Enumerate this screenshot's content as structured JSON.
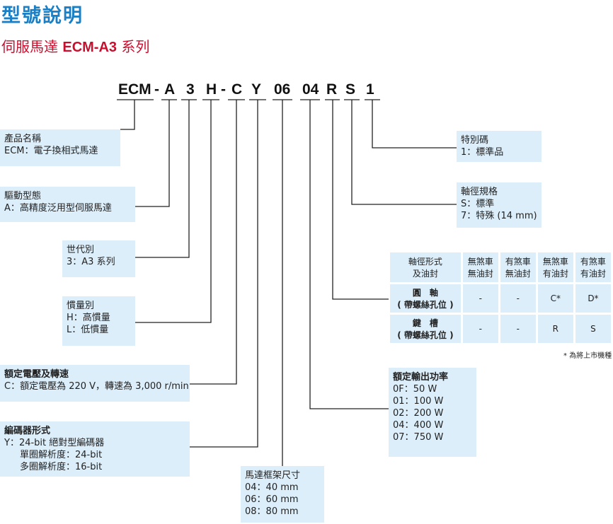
{
  "page": {
    "title": "型號說明",
    "subtitle_prefix": "伺服馬達",
    "subtitle_model": "ECM-A3",
    "subtitle_suffix": "系列"
  },
  "model_code": [
    "ECM",
    "-",
    "A",
    "3",
    "H",
    "-",
    "C",
    "Y",
    "06",
    "04",
    "R",
    "S",
    "1"
  ],
  "left_boxes": {
    "product_name": {
      "title": "產品名稱",
      "lines": [
        "ECM：電子換相式馬達"
      ]
    },
    "drive_type": {
      "title": "驅動型態",
      "lines": [
        "A：高精度泛用型伺服馬達"
      ]
    },
    "generation": {
      "title": "世代別",
      "lines": [
        "3：A3 系列"
      ]
    },
    "inertia": {
      "title": "慣量別",
      "lines": [
        "H：高慣量",
        "L：低慣量"
      ]
    },
    "rated_voltage": {
      "title": "額定電壓及轉速",
      "lines": [
        "C：額定電壓為 220 V，轉速為 3,000 r/min"
      ]
    },
    "encoder": {
      "title": "編碼器形式",
      "lines": [
        "Y：24-bit 絕對型編碼器",
        "單圈解析度：24-bit",
        "多圈解析度：16-bit"
      ]
    }
  },
  "right_boxes": {
    "special_code": {
      "title": "特別碼",
      "lines": [
        "1：標準品"
      ]
    },
    "shaft_spec": {
      "title": "軸徑規格",
      "lines": [
        "S：標準",
        "7：特殊 (14 mm)"
      ]
    },
    "rated_power": {
      "title": "額定輸出功率",
      "lines": [
        "0F：50 W",
        "01：100 W",
        "02：200 W",
        "04：400 W",
        "07：750 W"
      ]
    }
  },
  "bottom_box": {
    "frame_size": {
      "title": "馬達框架尺寸",
      "lines": [
        "04：40 mm",
        "06：60 mm",
        "08：80 mm"
      ]
    }
  },
  "option_table": {
    "header": [
      "軸徑形式\n及油封",
      "無煞車\n無油封",
      "有煞車\n無油封",
      "無煞車\n有油封",
      "有煞車\n有油封"
    ],
    "rows": [
      {
        "label": "圓　軸",
        "sub": "( 帶螺絲孔位 )",
        "values": [
          "-",
          "-",
          "C*",
          "D*"
        ]
      },
      {
        "label": "鍵　槽",
        "sub": "( 帶螺絲孔位 )",
        "values": [
          "-",
          "-",
          "R",
          "S"
        ]
      }
    ],
    "note": "* 為將上市機種"
  }
}
